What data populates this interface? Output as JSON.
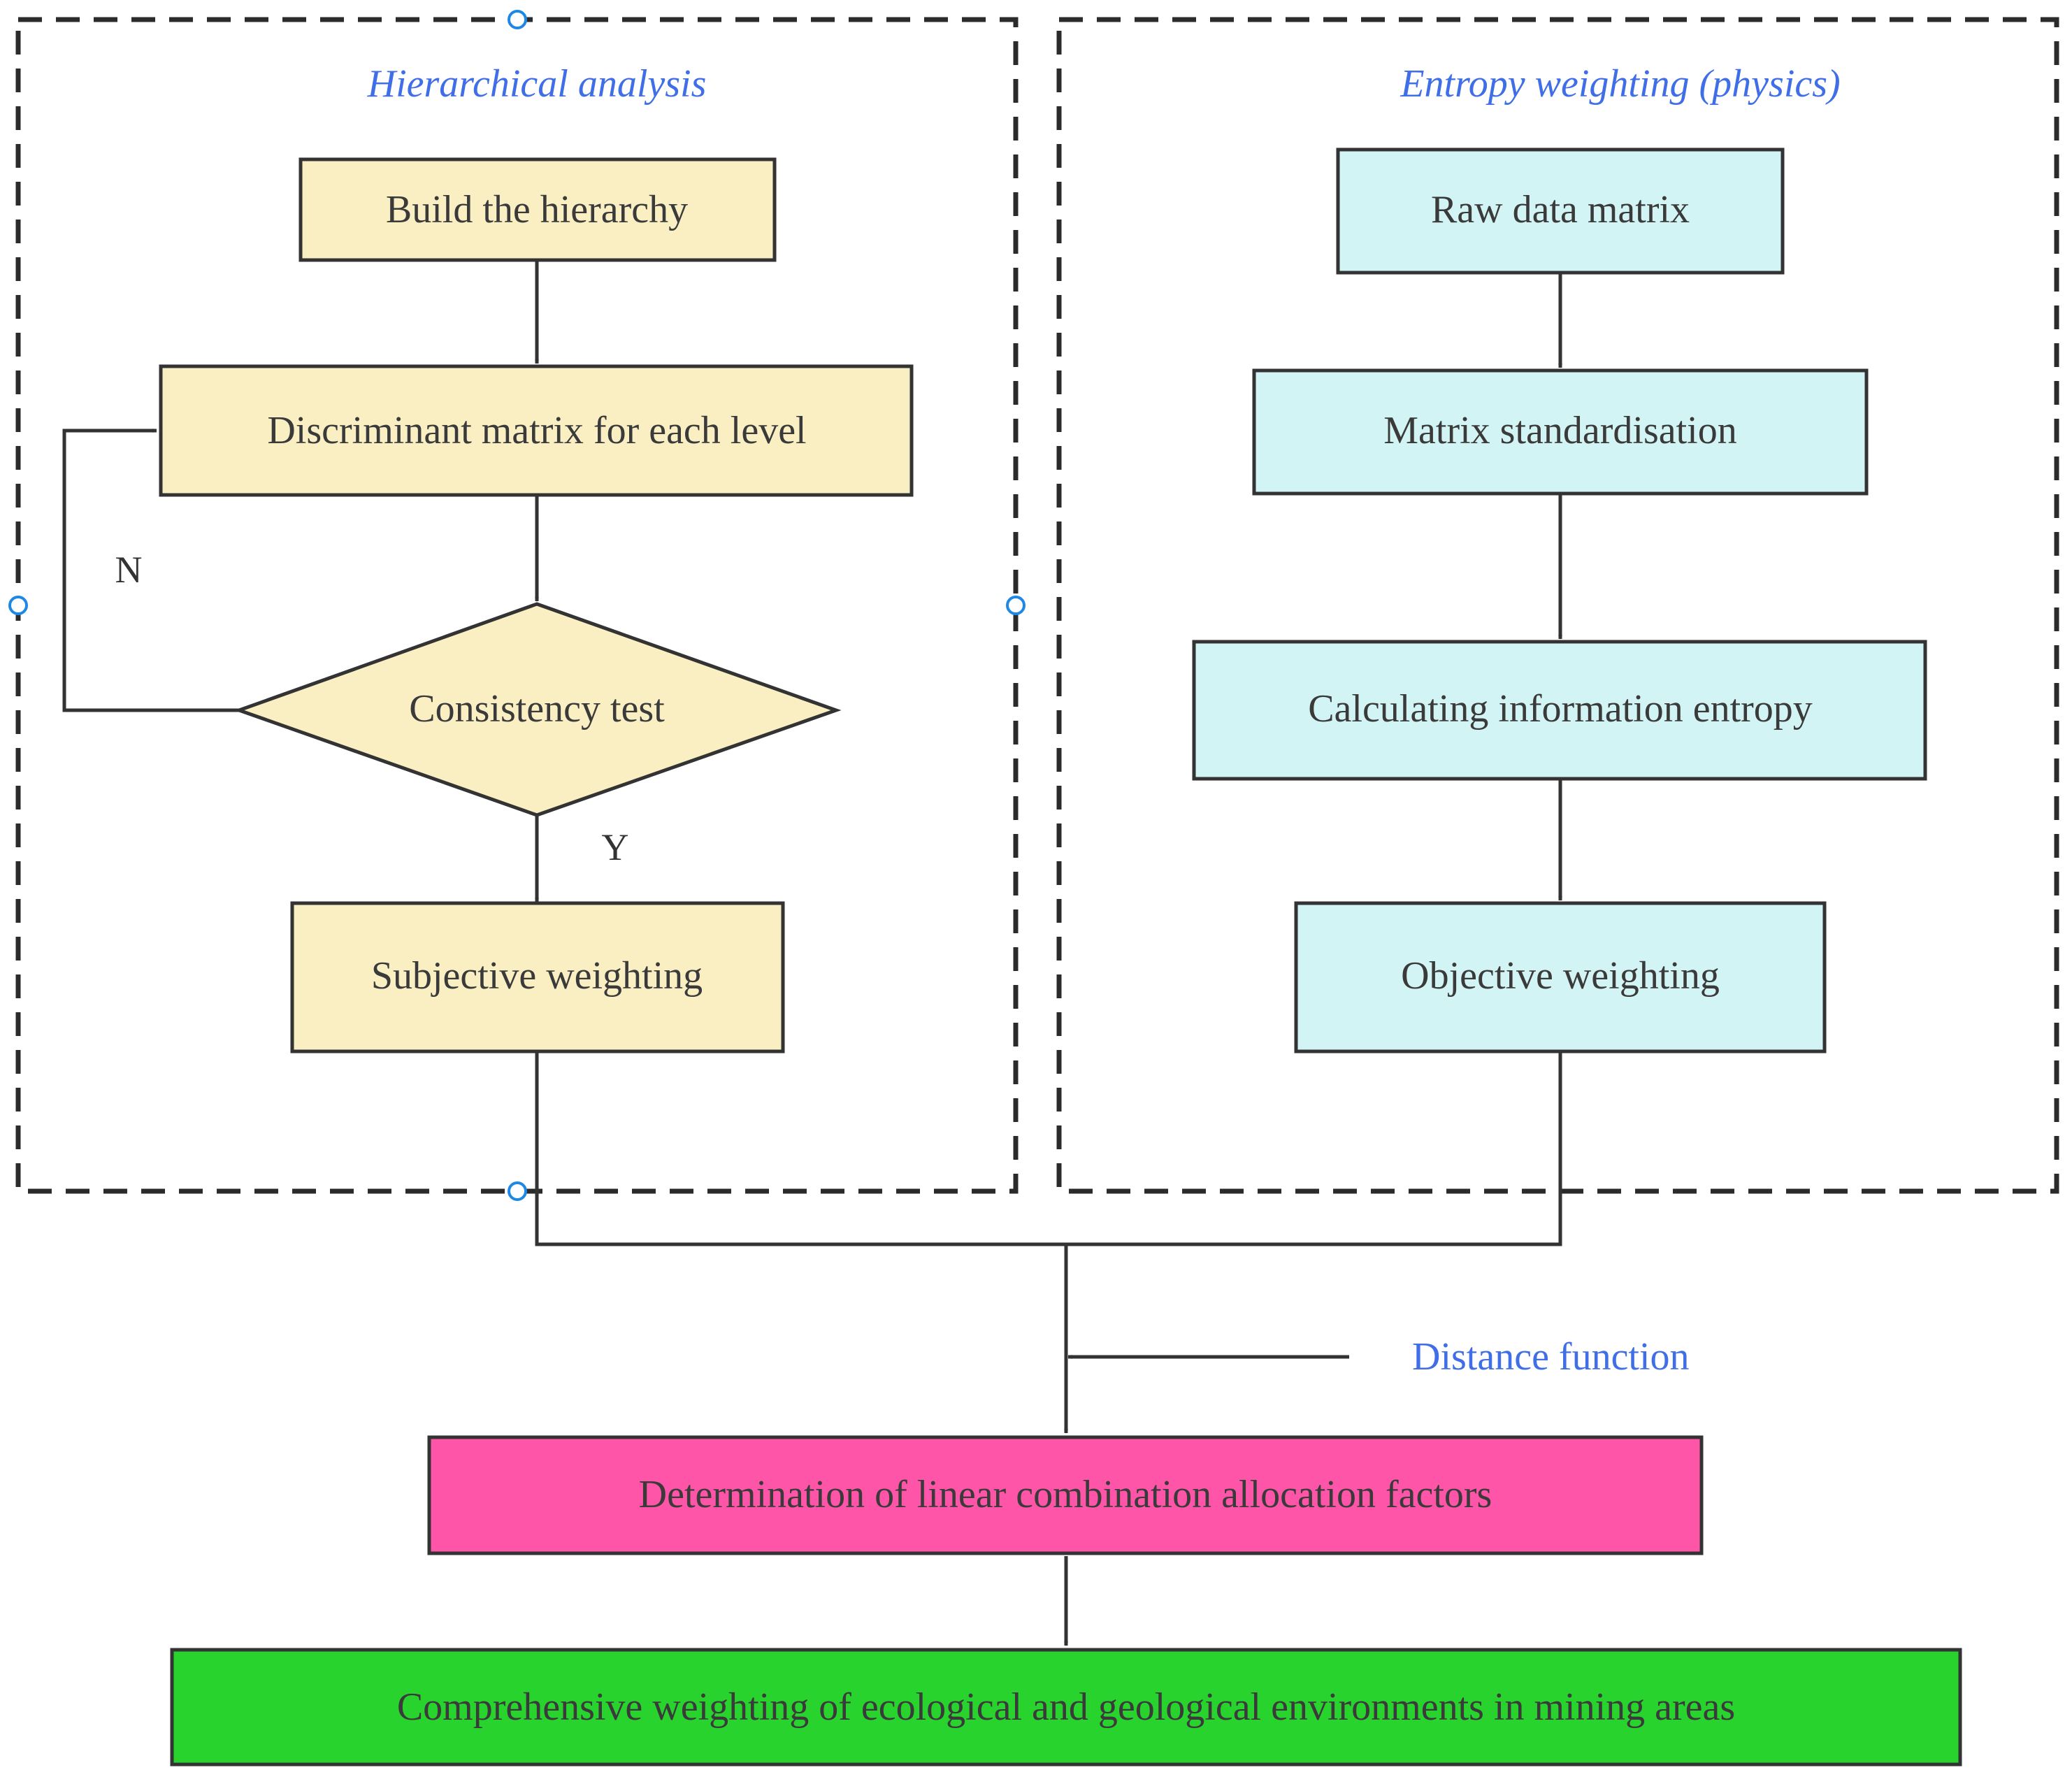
{
  "colors": {
    "ahp_fill": "#faefc3",
    "entropy_fill": "#d3f4f4",
    "combination_fill": "#ff55a8",
    "result_fill": "#29d32e",
    "stroke": "#333333",
    "accent_text": "#3f6ee6",
    "handle": "#1e88e5"
  },
  "groups": {
    "ahp": {
      "title": "Hierarchical analysis"
    },
    "entropy": {
      "title": "Entropy weighting (physics)"
    }
  },
  "nodes": {
    "build_hierarchy": "Build the hierarchy",
    "discriminant_matrix": "Discriminant matrix for each level",
    "consistency_test": "Consistency test",
    "subjective_weighting": "Subjective weighting",
    "raw_data_matrix": "Raw data matrix",
    "matrix_standardisation": "Matrix standardisation",
    "information_entropy": "Calculating information entropy",
    "objective_weighting": "Objective weighting",
    "allocation_factors": "Determination of linear combination allocation factors",
    "comprehensive_weighting": "Comprehensive weighting of ecological and geological environments in mining areas"
  },
  "edge_labels": {
    "no": "N",
    "yes": "Y"
  },
  "side_input": "Distance function"
}
